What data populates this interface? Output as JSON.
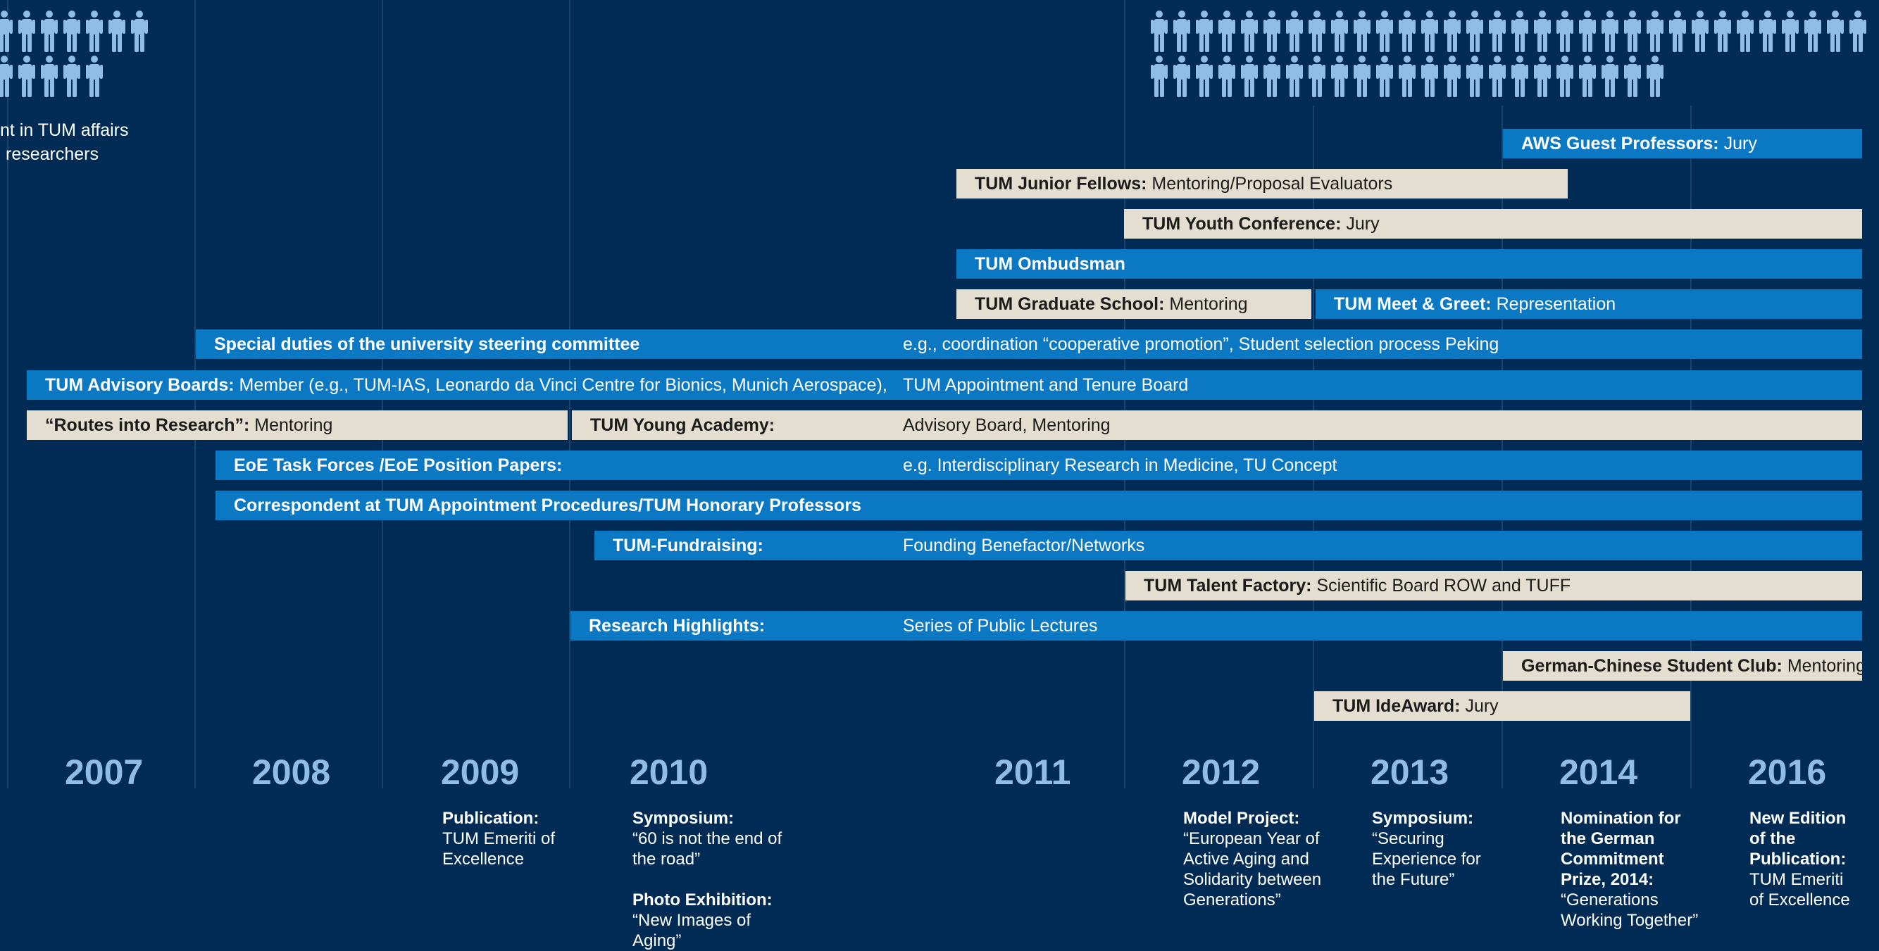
{
  "intro": {
    "line1": "nt in TUM affairs",
    "line2": "researchers"
  },
  "colors": {
    "background": "#002b54",
    "blue_bar": "#0a78c2",
    "beige_bar": "#e3ded0",
    "year": "#8fbde6",
    "person_icon": "#8fbde6"
  },
  "icons": {
    "left_group_name": "person-icon",
    "right_group_name": "person-icon"
  },
  "bars": [
    {
      "id": "aws",
      "bold": "AWS Guest Professors:",
      "rest": " Jury",
      "note": ""
    },
    {
      "id": "junior",
      "bold": "TUM Junior Fellows:",
      "rest": " Mentoring/Proposal Evaluators",
      "note": ""
    },
    {
      "id": "youth",
      "bold": "TUM Youth Conference:",
      "rest": " Jury",
      "note": ""
    },
    {
      "id": "ombudsman",
      "bold": "TUM Ombudsman",
      "rest": "",
      "note": ""
    },
    {
      "id": "graduate",
      "bold": "TUM Graduate School:",
      "rest": " Mentoring",
      "note": ""
    },
    {
      "id": "meet",
      "bold": "TUM Meet & Greet:",
      "rest": " Representation",
      "note": ""
    },
    {
      "id": "steering",
      "bold": "Special duties of the university steering committee",
      "rest": "",
      "note": "e.g., coordination “cooperative promotion”, Student selection process Peking"
    },
    {
      "id": "advisory",
      "bold": "TUM Advisory Boards:",
      "rest": " Member (e.g., TUM-IAS, Leonardo da Vinci Centre for Bionics, Munich Aerospace),",
      "note": "TUM Appointment and Tenure Board"
    },
    {
      "id": "routes",
      "bold": "“Routes into Research”:",
      "rest": " Mentoring",
      "note": ""
    },
    {
      "id": "young",
      "bold": "TUM Young Academy:",
      "rest": "",
      "note": "Advisory Board, Mentoring"
    },
    {
      "id": "eoe",
      "bold": "EoE Task Forces /EoE Position Papers:",
      "rest": "",
      "note": "e.g. Interdisciplinary Research in Medicine, TU Concept"
    },
    {
      "id": "correspondent",
      "bold": "Correspondent at TUM Appointment Procedures/TUM Honorary Professors",
      "rest": "",
      "note": ""
    },
    {
      "id": "fundraising",
      "bold": "TUM-Fundraising:",
      "rest": "",
      "note": "Founding Benefactor/Networks"
    },
    {
      "id": "talent",
      "bold": "TUM Talent Factory:",
      "rest": " Scientific Board ROW and TUFF",
      "note": ""
    },
    {
      "id": "highlights",
      "bold": "Research Highlights:",
      "rest": "",
      "note": "Series of Public Lectures"
    },
    {
      "id": "chinese",
      "bold": "German-Chinese Student Club:",
      "rest": " Mentoring",
      "note": ""
    },
    {
      "id": "ideaward",
      "bold": "TUM IdeAward:",
      "rest": " Jury",
      "note": ""
    }
  ],
  "years": [
    "2007",
    "2008",
    "2009",
    "2010",
    "2011",
    "2012",
    "2013",
    "2014",
    "2016"
  ],
  "events": {
    "e2009": {
      "title": "Publication:",
      "text": [
        "TUM Emeriti of",
        "Excellence"
      ]
    },
    "e2010a": {
      "title": "Symposium:",
      "text": [
        "“60 is not the end of",
        "the road”"
      ]
    },
    "e2010b": {
      "title": "Photo Exhibition:",
      "text": [
        "“New Images of",
        "Aging”"
      ]
    },
    "e2012": {
      "title": "Model Project:",
      "text": [
        "“European Year of",
        "Active Aging and",
        "Solidarity between",
        "Generations”"
      ]
    },
    "e2013": {
      "title": "Symposium:",
      "text": [
        "“Securing",
        "Experience for",
        "the Future”"
      ]
    },
    "e2014": {
      "title": [
        "Nomination for",
        "the German",
        "Commitment",
        "Prize, 2014:"
      ],
      "text": [
        "“Generations",
        "Working Together”"
      ]
    },
    "e2016": {
      "title": [
        "New Edition",
        "of the",
        "Publication:"
      ],
      "text": [
        "TUM Emeriti",
        "of Excellence"
      ]
    }
  }
}
